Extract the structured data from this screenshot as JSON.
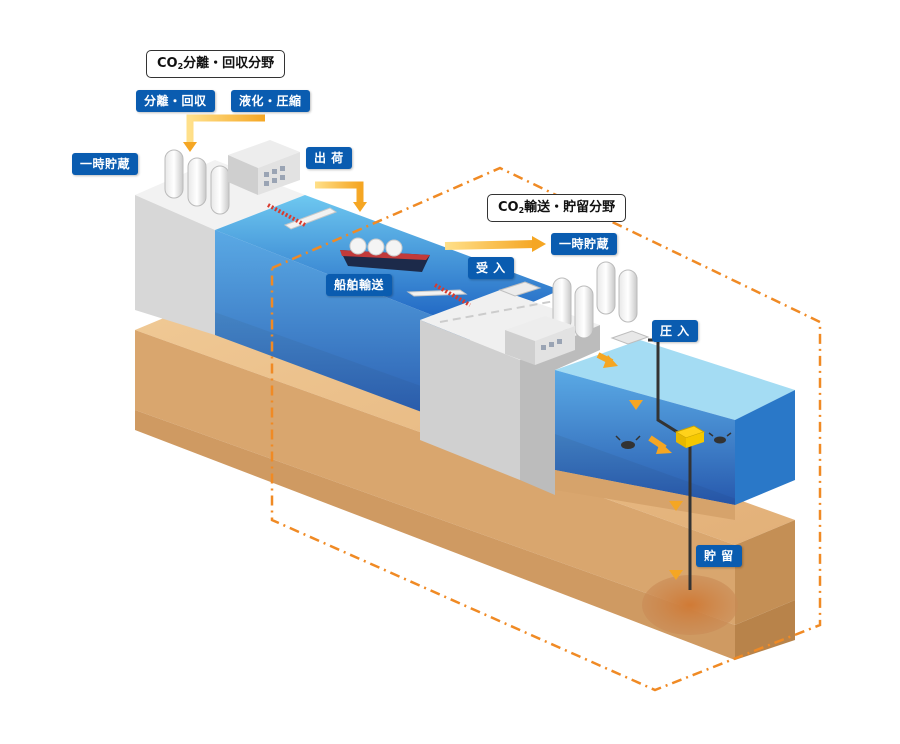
{
  "titles": {
    "separation_field": {
      "pre": "CO",
      "sub": "2",
      "post": "分離・回収分野"
    },
    "transport_field": {
      "pre": "CO",
      "sub": "2",
      "post": "輸送・貯留分野"
    }
  },
  "labels": {
    "separation": "分離・回収",
    "liquefaction": "液化・圧縮",
    "temp_storage_left": "一時貯蔵",
    "shipping_out": "出 荷",
    "ship_transport": "船舶輸送",
    "receiving": "受 入",
    "temp_storage_right": "一時貯蔵",
    "injection": "圧 入",
    "storage": "貯 留"
  },
  "colors": {
    "label_bg": "#0a5cb0",
    "arrow": "#f5a623",
    "dash_border": "#f08a24",
    "sea": "#2a86d8",
    "ground": "#d9a66e",
    "building": "#d8d8d8"
  }
}
